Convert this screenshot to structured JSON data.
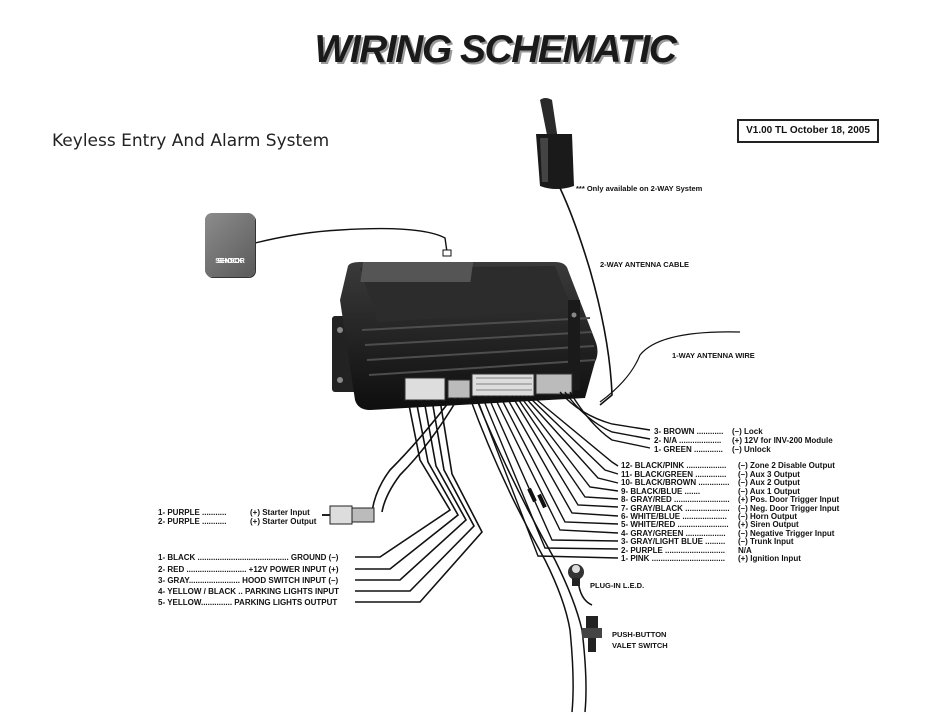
{
  "header": {
    "title": "WIRING SCHEMATIC",
    "subtitle": "Keyless Entry And Alarm System",
    "version": "V1.00 TL October 18, 2005"
  },
  "notes": {
    "two_way_only": "*** Only available on 2-WAY System",
    "antenna_cable": "2-WAY ANTENNA CABLE",
    "antenna_wire": "1-WAY ANTENNA WIRE",
    "led": "PLUG-IN L.E.D.",
    "valet_line1": "PUSH-BUTTON",
    "valet_line2": "VALET SWITCH"
  },
  "shock_sensor": {
    "line1": "SHOCK",
    "line2": "SENSOR"
  },
  "lock_wires": [
    {
      "wire": "3- BROWN ............",
      "func": "(–) Lock"
    },
    {
      "wire": "2- N/A ...................",
      "func": "(+) 12V for INV-200 Module"
    },
    {
      "wire": "1- GREEN .............",
      "func": "(–) Unlock"
    }
  ],
  "main_wires": [
    {
      "wire": "12- BLACK/PINK ..................",
      "func": "(–) Zone 2 Disable Output"
    },
    {
      "wire": "11- BLACK/GREEN ..............",
      "func": "(–) Aux 3 Output"
    },
    {
      "wire": "10- BLACK/BROWN ..............",
      "func": "(–) Aux 2 Output"
    },
    {
      "wire": "9- BLACK/BLUE .......",
      "func": "(–) Aux 1 Output"
    },
    {
      "wire": "8- GRAY/RED .........................",
      "func": "(+) Pos. Door Trigger Input"
    },
    {
      "wire": "7- GRAY/BLACK ....................",
      "func": "(–) Neg. Door Trigger Input"
    },
    {
      "wire": "6- WHITE/BLUE ....................",
      "func": "(–) Horn Output"
    },
    {
      "wire": "5- WHITE/RED .......................",
      "func": "(+) Siren Output"
    },
    {
      "wire": "4- GRAY/GREEN ..................",
      "func": "(–) Negative Trigger Input"
    },
    {
      "wire": "3- GRAY/LIGHT BLUE .........",
      "func": "(–) Trunk Input"
    },
    {
      "wire": "2- PURPLE ...........................",
      "func": "N/A"
    },
    {
      "wire": "1- PINK .................................",
      "func": "(+) Ignition Input"
    }
  ],
  "starter_wires": [
    {
      "wire": "1- PURPLE ...........",
      "func": "(+) Starter Input"
    },
    {
      "wire": "2- PURPLE ...........",
      "func": "(+) Starter Output"
    }
  ],
  "power_wires": [
    "1- BLACK ......................................... GROUND (–)",
    "2- RED ........................... +12V POWER INPUT (+)",
    "3- GRAY....................... HOOD SWITCH INPUT (–)",
    "4- YELLOW / BLACK .. PARKING LIGHTS INPUT",
    "5- YELLOW.............. PARKING LIGHTS OUTPUT"
  ]
}
